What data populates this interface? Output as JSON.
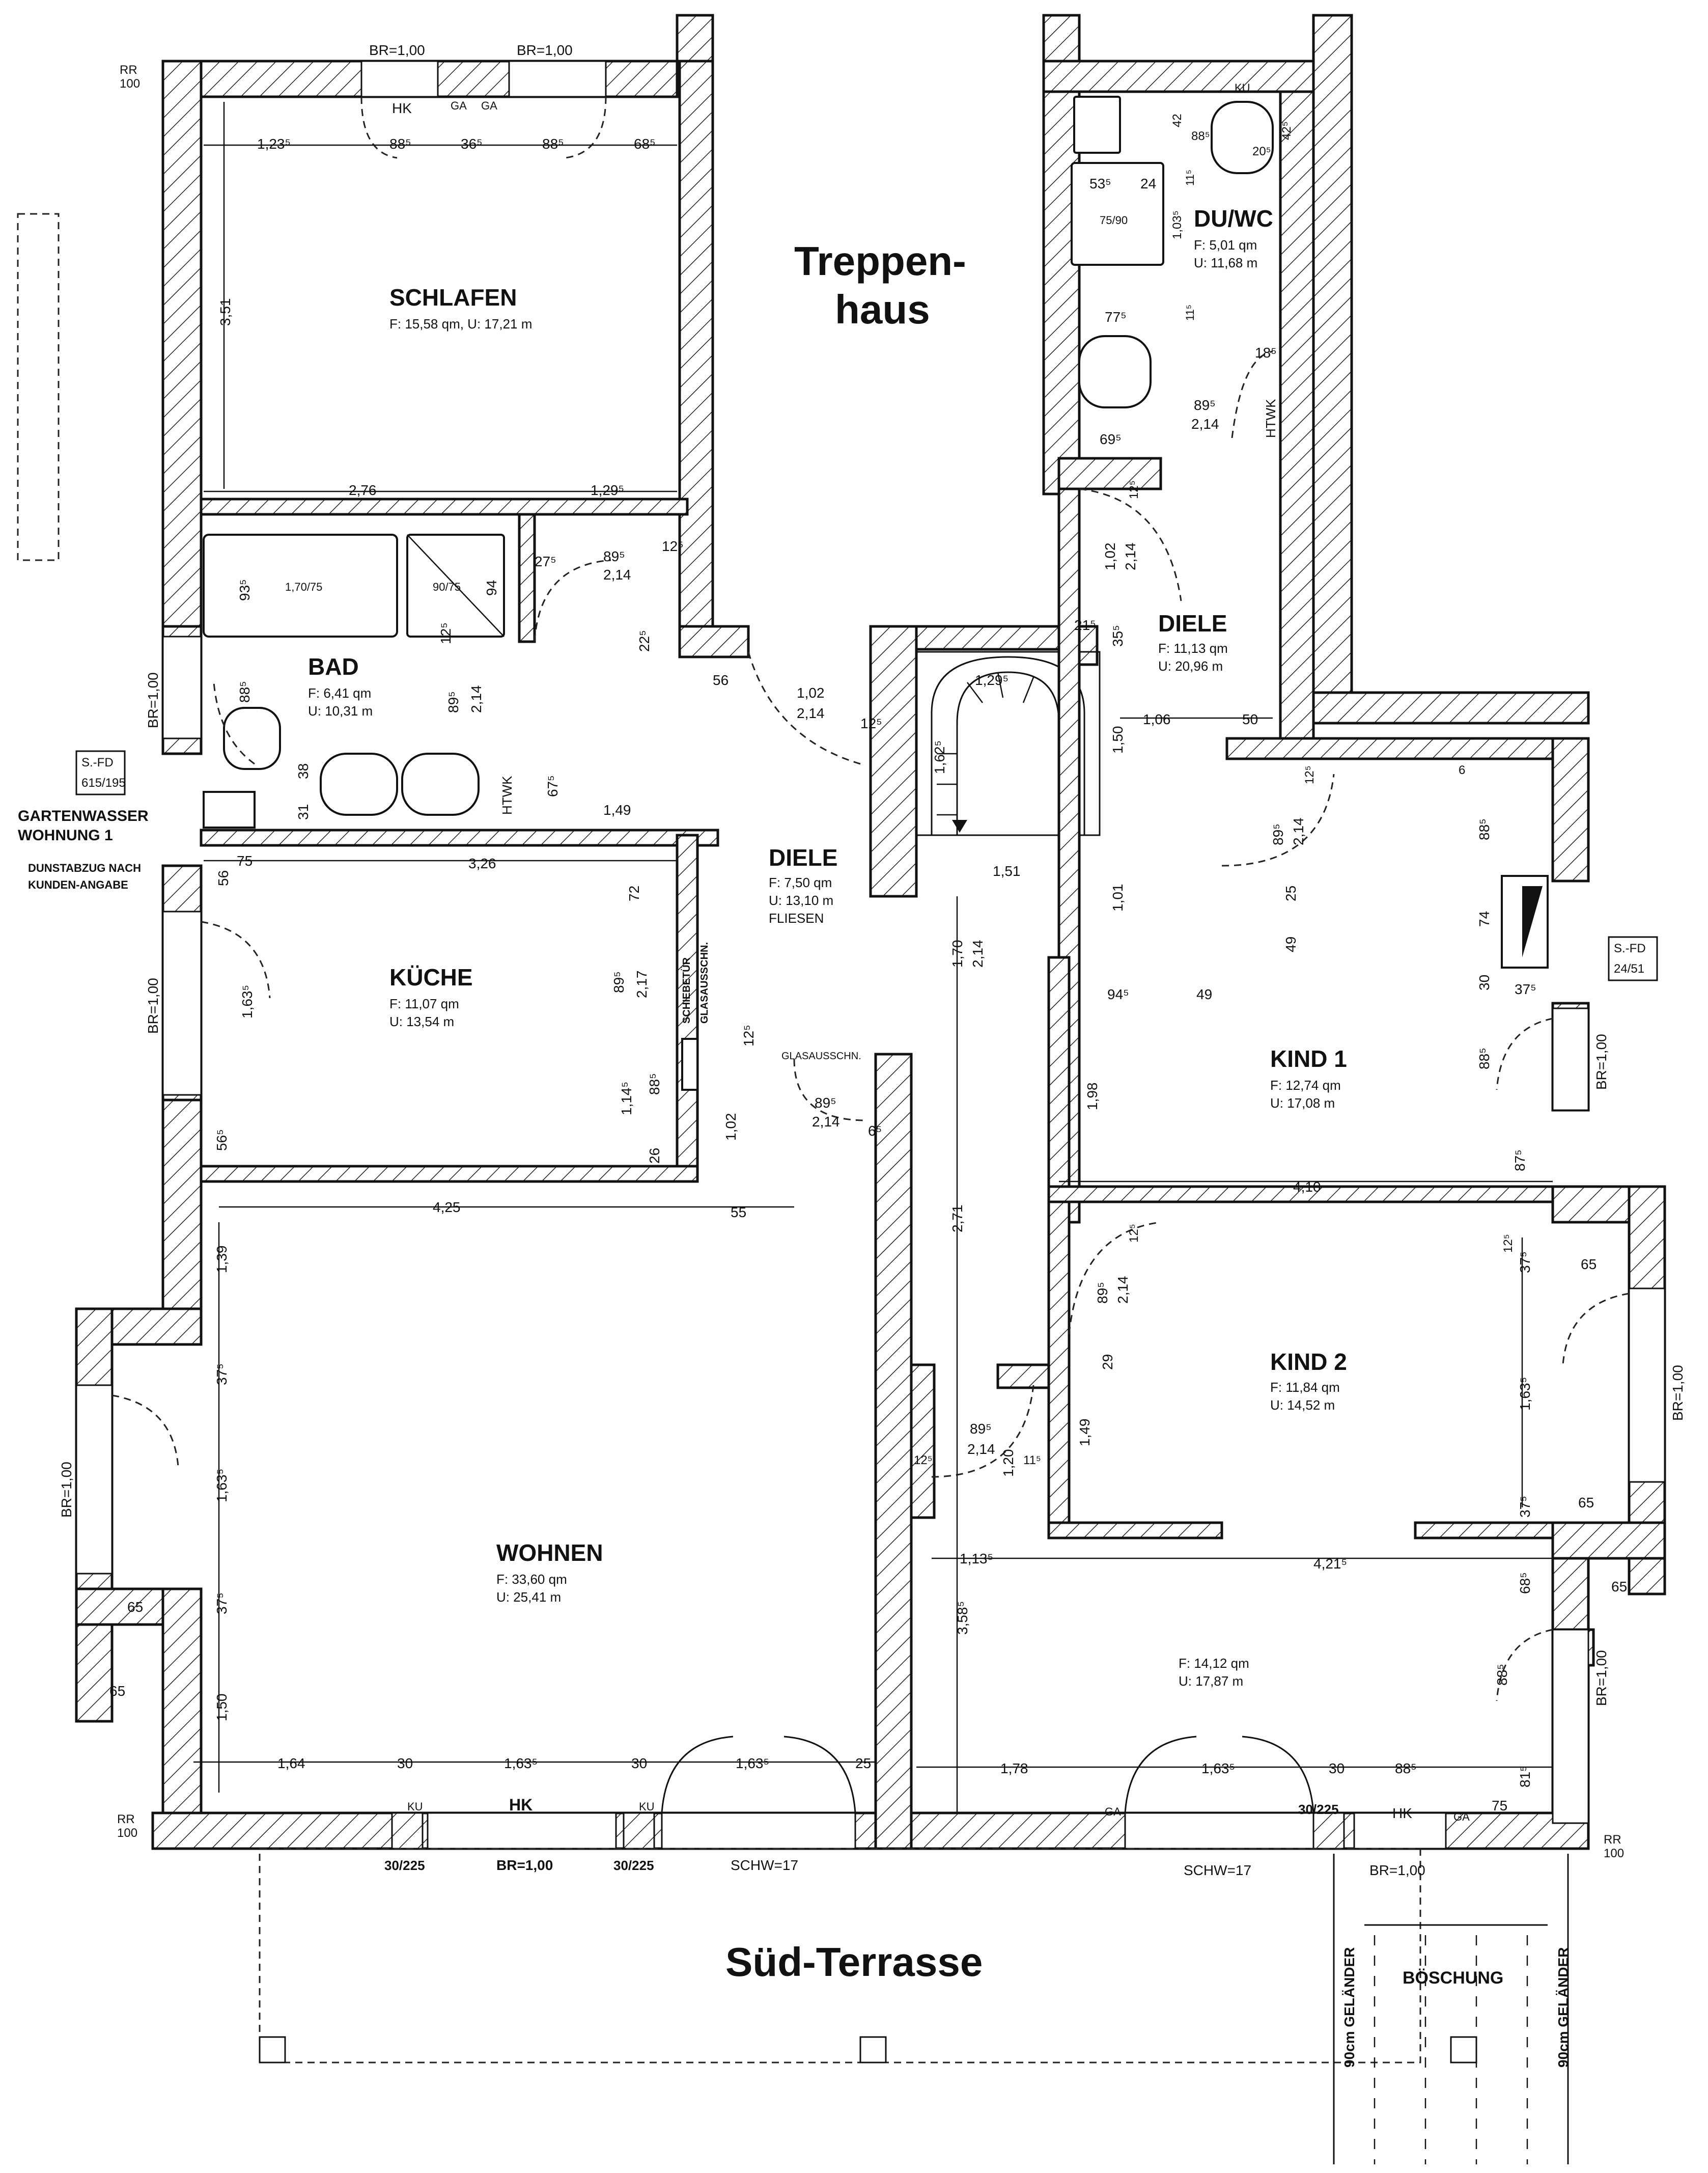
{
  "rooms": {
    "schlafen": {
      "name": "SCHLAFEN",
      "info": "F: 15,58 qm, U: 17,21 m"
    },
    "bad": {
      "name": "BAD",
      "info_f": "F:  6,41 qm",
      "info_u": "U: 10,31 m"
    },
    "kueche": {
      "name": "KÜCHE",
      "info_f": "F: 11,07 qm",
      "info_u": "U: 13,54 m"
    },
    "wohnen": {
      "name": "WOHNEN",
      "info_f": "F: 33,60 qm",
      "info_u": "U: 25,41 m"
    },
    "diele_center": {
      "name": "DIELE",
      "info_f": "F:  7,50 qm",
      "info_u": "U: 13,10 m",
      "info_extra": "FLIESEN"
    },
    "diele_right": {
      "name": "DIELE",
      "info_f": "F: 11,13 qm",
      "info_u": "U: 20,96 m"
    },
    "duwc": {
      "name": "DU/WC",
      "info_f": "F:  5,01 qm",
      "info_u": "U: 11,68 m"
    },
    "kind1": {
      "name": "KIND 1",
      "info_f": "F: 12,74 qm",
      "info_u": "U: 17,08 m"
    },
    "kind2": {
      "name": "KIND 2",
      "info_f": "F: 11,84 qm",
      "info_u": "U: 14,52 m"
    },
    "unnamed": {
      "info_f": "F: 14,12 qm",
      "info_u": "U: 17,87 m"
    }
  },
  "labels": {
    "treppenhaus_1": "Treppen-",
    "treppenhaus_2": "haus",
    "terrasse": "Süd-Terrasse",
    "boeschung": "BÖSCHUNG",
    "gelaender_left": "90cm GELÄNDER",
    "gelaender_right": "90cm GELÄNDER",
    "gartenwasser_1": "GARTENWASSER",
    "gartenwasser_2": "WOHNUNG 1",
    "dunstabzug_1": "DUNSTABZUG NACH",
    "dunstabzug_2": "KUNDEN-ANGABE",
    "sfd_left_1": "S.-FD",
    "sfd_left_2": "615/195",
    "sfd_right_1": "S.-FD",
    "sfd_right_2": "24/51",
    "rr_tl_1": "RR",
    "rr_tl_2": "100",
    "rr_bl_1": "RR",
    "rr_bl_2": "100",
    "rr_br_1": "RR",
    "rr_br_2": "100",
    "schiebetuer": "SCHIEBETÜR",
    "glasausschn_v": "GLASAUSSCHN.",
    "glasausschn_h": "GLASAUSSCHN.",
    "htwk_bad": "HTWK",
    "htwk_duwc": "HTWK",
    "bath_size": "1,70/75",
    "shower_bad": "90/75",
    "shower_duwc": "75/90"
  },
  "openings": {
    "br_top_1": "BR=1,00",
    "br_top_2": "BR=1,00",
    "br_left_bad": "BR=1,00",
    "br_left_kueche": "BR=1,00",
    "br_left_wohnen": "BR=1,00",
    "br_right_kind1": "BR=1,00",
    "br_right_kind2": "BR=1,00",
    "br_right_room": "BR=1,00",
    "br_bottom_1": "BR=1,00",
    "br_bottom_2": "BR=1,00",
    "schw_1": "SCHW=17",
    "schw_2": "SCHW=17",
    "wall_30_225_a": "30/225",
    "wall_30_225_b": "30/225",
    "wall_30_225_c": "30/225"
  },
  "tags": {
    "hk": "HK",
    "ga": "GA",
    "ku": "KU"
  },
  "dims": {
    "d_123": "1,23⁵",
    "d_885a": "88⁵",
    "d_365": "36⁵",
    "d_885b": "88⁵",
    "d_685": "68⁵",
    "d_351": "3,51",
    "d_276": "2,76",
    "d_1295": "1,29⁵",
    "d_bad_895": "89⁵",
    "d_bad_214": "2,14",
    "d_275": "27⁵",
    "d_125a": "12⁵",
    "d_935": "93⁵",
    "d_94": "94",
    "d_125b": "12⁵",
    "d_bad2_895": "89⁵",
    "d_bad2_214": "2,14",
    "d_885c": "88⁵",
    "d_38": "38",
    "d_31": "31",
    "d_675": "67⁵",
    "d_149": "1,49",
    "d_56a": "56",
    "d_75a": "75",
    "d_326": "3,26",
    "d_72": "72",
    "d_225": "22⁵",
    "d_56b": "56",
    "d_102a": "1,02",
    "d_214a": "2,14",
    "d_125c": "12⁵",
    "d_1295b": "1,29⁵",
    "d_1625": "1,62⁵",
    "d_151": "1,51",
    "d_k_895": "89⁵",
    "d_k_217": "2,17",
    "d_1635a": "1,63⁵",
    "d_1145": "1,14⁵",
    "d_885d": "88⁵",
    "d_26": "26",
    "d_102b": "1,02",
    "d_125d": "12⁵",
    "d_g_895": "89⁵",
    "d_g_214": "2,14",
    "d_65a": "6⁵",
    "d_565": "56⁵",
    "d_425": "4,25",
    "d_55": "55",
    "d_170": "1,70",
    "d_214b": "2,14",
    "d_271": "2,71",
    "d_139": "1,39",
    "d_375a": "37⁵",
    "d_1635b": "1,63⁵",
    "d_375b": "37⁵",
    "d_150a": "1,50",
    "d_65b": "65",
    "d_65c": "65",
    "d_164": "1,64",
    "d_30a": "30",
    "d_1635c": "1,63⁵",
    "d_30b": "30",
    "d_1635d": "1,63⁵",
    "d_25": "25",
    "d_1135": "1,13⁵",
    "d_3585": "3,58⁵",
    "d_4215": "4,21⁵",
    "d_178": "1,78",
    "d_1635e": "1,63⁵",
    "d_30c": "30",
    "d_885e": "88⁵",
    "d_75b": "75",
    "d_815": "81⁵",
    "d_685b": "68⁵",
    "d_885f": "88⁵",
    "d_65d": "65",
    "d_dw_535": "53⁵",
    "d_dw_24": "24",
    "d_dw_1035": "1,03⁵",
    "d_dw_42": "42",
    "d_dw_885": "88⁵",
    "d_dw_425": "42⁵",
    "d_dw_205": "20⁵",
    "d_dw_115a": "11⁵",
    "d_dw_115b": "11⁵",
    "d_dw_775": "77⁵",
    "d_dw_185": "18⁵",
    "d_dw_895": "89⁵",
    "d_dw_214": "2,14",
    "d_dw_695": "69⁵",
    "d_125e": "12⁵",
    "d_102c": "1,02",
    "d_214c": "2,14",
    "d_215": "21⁵",
    "d_355": "35⁵",
    "d_150b": "1,50",
    "d_106": "1,06",
    "d_50": "50",
    "d_101": "1,01",
    "d_k1_125": "12⁵",
    "d_k1_895": "89⁵",
    "d_k1_214": "2,14",
    "d_k1_25": "25",
    "d_k1_49a": "49",
    "d_945": "94⁵",
    "d_49b": "49",
    "d_198": "1,98",
    "d_410": "4,10",
    "d_6": "6",
    "d_885g": "88⁵",
    "d_74": "74",
    "d_30d": "30",
    "d_375c": "37⁵",
    "d_885h": "88⁵",
    "d_875": "87⁵",
    "d_k2_125": "12⁵",
    "d_k2_895": "89⁵",
    "d_k2_214": "2,14",
    "d_29": "29",
    "d_149b": "1,49",
    "d_125f": "12⁵",
    "d_375d": "37⁵",
    "d_65e": "65",
    "d_1635f": "1,63⁵",
    "d_375e": "37⁵",
    "d_65f": "65",
    "d_s_895": "89⁵",
    "d_s_214": "2,14",
    "d_s_125": "12⁵",
    "d_s_120": "1,20",
    "d_s_115": "11⁵"
  }
}
